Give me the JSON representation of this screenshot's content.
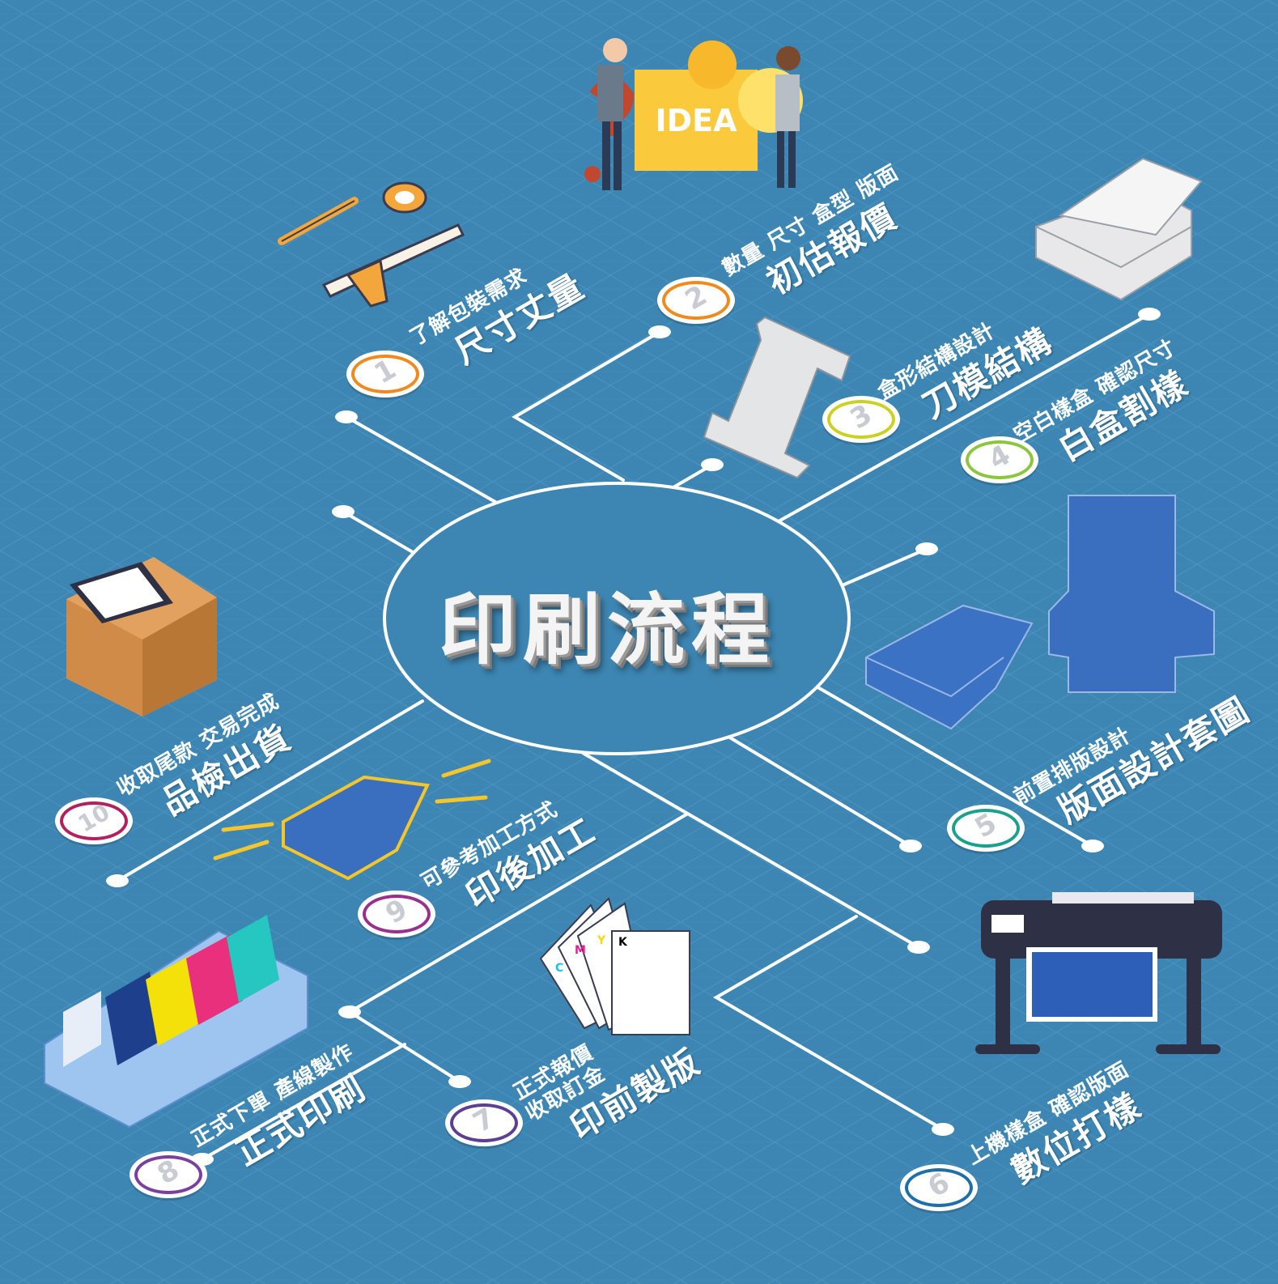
{
  "title": "印刷流程",
  "idea_sign": "IDEA",
  "cmyk_cards": [
    "C",
    "M",
    "Y",
    "K"
  ],
  "steps": [
    {
      "num": "1",
      "sub": "了解包裝需求",
      "main": "尺寸丈量",
      "color": "#f08a1e"
    },
    {
      "num": "2",
      "sub": "數量 尺寸 盒型 版面",
      "main": "初估報價",
      "color": "#f08a1e"
    },
    {
      "num": "3",
      "sub": "盒形結構設計",
      "main": "刀模結構",
      "color": "#c9d224"
    },
    {
      "num": "4",
      "sub": "空白樣盒 確認尺寸",
      "main": "白盒割樣",
      "color": "#8cc63f"
    },
    {
      "num": "5",
      "sub": "前置排版設計",
      "main": "版面設計套圖",
      "color": "#1aa18a"
    },
    {
      "num": "6",
      "sub": "上機樣盒 確認版面",
      "main": "數位打樣",
      "color": "#1c6fa8"
    },
    {
      "num": "7",
      "sub": "正式報價\n收取訂金",
      "main": "印前製版",
      "color": "#5b3f96"
    },
    {
      "num": "8",
      "sub": "正式下單 產線製作",
      "main": "正式印刷",
      "color": "#7b3fa0"
    },
    {
      "num": "9",
      "sub": "可參考加工方式",
      "main": "印後加工",
      "color": "#9b2f8e"
    },
    {
      "num": "10",
      "sub": "收取尾款 交易完成",
      "main": "品檢出貨",
      "color": "#b3205e"
    }
  ]
}
